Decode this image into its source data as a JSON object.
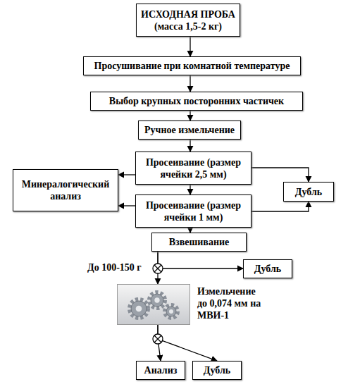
{
  "diagram": {
    "nodes": [
      {
        "text": [
          "ИСХОДНАЯ ПРОБА (масса 1,5-2 кг)"
        ]
      },
      {
        "text": [
          "Просушивание при комнатной температуре"
        ]
      },
      {
        "text": [
          "Выбор крупных посторонних частичек"
        ]
      },
      {
        "text": [
          "Ручное измельчение"
        ]
      },
      {
        "text": [
          "Просеивание (размер ячейки 2,5 мм)"
        ]
      },
      {
        "text": [
          "Минералогический анализ"
        ]
      },
      {
        "text": [
          "Дубль"
        ]
      },
      {
        "text": [
          "Просеивание (размер ячейки 1 мм)"
        ]
      },
      {
        "text": [
          "Взвешивание"
        ]
      },
      {
        "text": [
          "Дубль"
        ]
      },
      {
        "text": [
          "Измельчение до 0,074 мм на МВИ-1"
        ]
      },
      {
        "text": [
          "Анализ"
        ]
      },
      {
        "text": [
          "Дубль"
        ]
      }
    ],
    "edges": [
      {
        "from": 0,
        "to": 1,
        "arrow": "to"
      },
      {
        "from": 1,
        "to": 2,
        "arrow": "to"
      },
      {
        "from": 2,
        "to": 3,
        "arrow": "to"
      },
      {
        "from": 3,
        "to": 4,
        "arrow": "to"
      },
      {
        "from": 4,
        "to": 5,
        "arrow": "to"
      },
      {
        "from": 4,
        "to": 6,
        "arrow": "to"
      },
      {
        "from": 4,
        "to": 7,
        "arrow": "to"
      },
      {
        "from": 7,
        "to": 5,
        "arrow": "to"
      },
      {
        "from": 7,
        "to": 6,
        "arrow": "to"
      },
      {
        "from": 7,
        "to": 8,
        "arrow": "to"
      },
      {
        "from": 8,
        "to": 9,
        "arrow": "to"
      },
      {
        "from": 8,
        "to": 10,
        "arrow": "to"
      },
      {
        "from": 10,
        "to": 11,
        "arrow": "to"
      },
      {
        "from": 10,
        "to": 12,
        "arrow": "to"
      }
    ],
    "labels": [
      "До 100-150 г"
    ]
  }
}
